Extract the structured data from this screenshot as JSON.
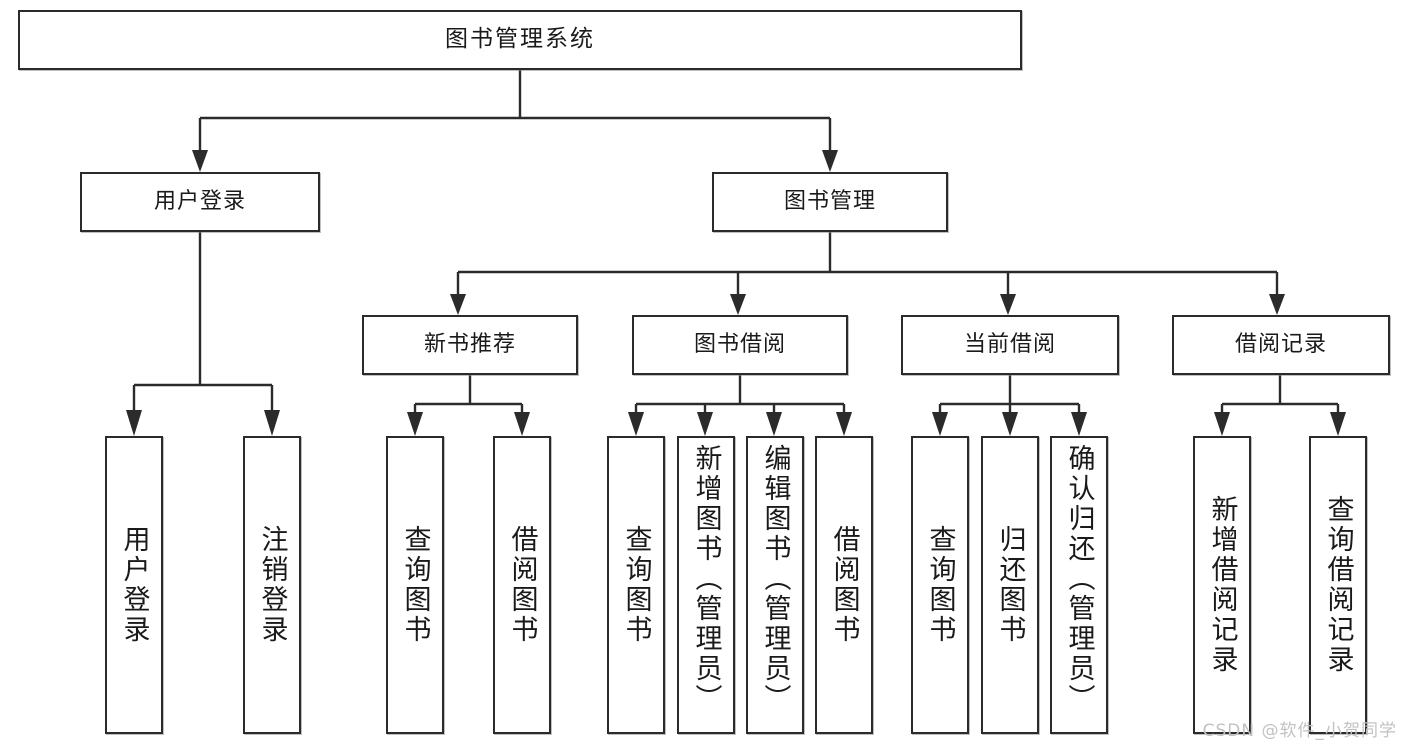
{
  "diagram": {
    "title": "图书管理系统",
    "watermark": "CSDN @软件_小贺同学",
    "type": "tree-hierarchy",
    "arrow_color": "#2b2b2b",
    "box_border_color": "#2b2b2b",
    "background_color": "#ffffff"
  },
  "nodes": {
    "root": {
      "label": "图书管理系统"
    },
    "level1": [
      {
        "label": "用户登录"
      },
      {
        "label": "图书管理"
      }
    ],
    "level2": [
      {
        "label": "新书推荐"
      },
      {
        "label": "图书借阅"
      },
      {
        "label": "当前借阅"
      },
      {
        "label": "借阅记录"
      }
    ],
    "leaves": {
      "user_login": [
        {
          "label": "用户登录"
        },
        {
          "label": "注销登录"
        }
      ],
      "new_book_recommend": [
        {
          "label": "查询图书"
        },
        {
          "label": "借阅图书"
        }
      ],
      "book_borrow": [
        {
          "label": "查询图书"
        },
        {
          "label": "新增图书（管理员）"
        },
        {
          "label": "编辑图书（管理员）"
        },
        {
          "label": "借阅图书"
        }
      ],
      "current_borrow": [
        {
          "label": "查询图书"
        },
        {
          "label": "归还图书"
        },
        {
          "label": "确认归还（管理员）"
        }
      ],
      "borrow_record": [
        {
          "label": "新增借阅记录"
        },
        {
          "label": "查询借阅记录"
        }
      ]
    }
  }
}
